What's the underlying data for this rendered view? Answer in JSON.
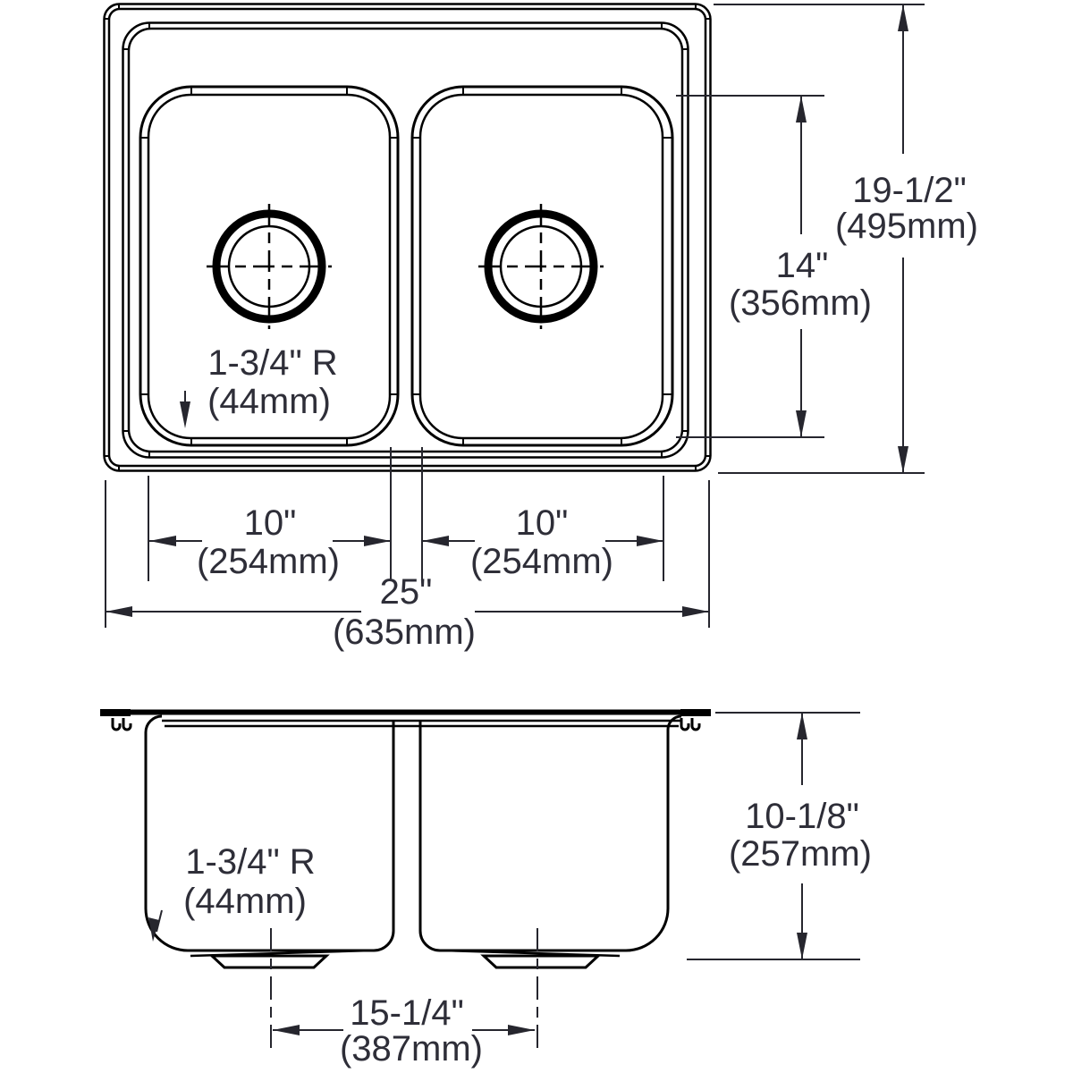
{
  "drawing": {
    "background": "#ffffff",
    "line_color": "#000000",
    "text_color": "#2e2e38",
    "top_view": {
      "radius_label": {
        "imperial": "1-3/4\" R",
        "metric": "(44mm)"
      },
      "overall_depth": {
        "imperial": "19-1/2\"",
        "metric": "(495mm)"
      },
      "bowl_depth": {
        "imperial": "14\"",
        "metric": "(356mm)"
      },
      "left_bowl_width": {
        "imperial": "10\"",
        "metric": "(254mm)"
      },
      "right_bowl_width": {
        "imperial": "10\"",
        "metric": "(254mm)"
      },
      "overall_width": {
        "imperial": "25\"",
        "metric": "(635mm)"
      }
    },
    "front_view": {
      "radius_label": {
        "imperial": "1-3/4\" R",
        "metric": "(44mm)"
      },
      "bowl_depth": {
        "imperial": "10-1/8\"",
        "metric": "(257mm)"
      },
      "drain_centers": {
        "imperial": "15-1/4\"",
        "metric": "(387mm)"
      }
    }
  }
}
